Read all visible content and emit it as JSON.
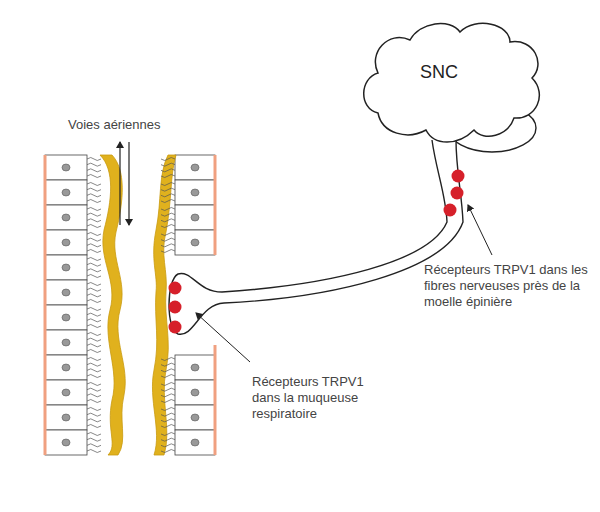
{
  "diagram": {
    "nodes": [
      {
        "text": [
          "SNC"
        ]
      }
    ],
    "labels": [
      "Voies aériennes",
      "Récepteurs TRPV1 dans les fibres nerveuses près de la moelle épinière",
      "Récepteurs TRPV1 dans la muqueuse respiratoire"
    ]
  }
}
